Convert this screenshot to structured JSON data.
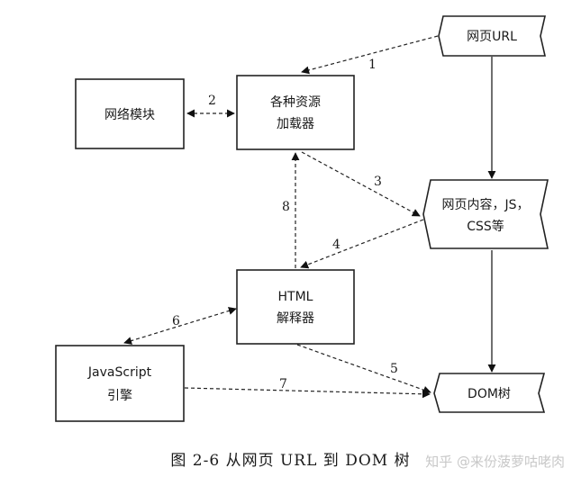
{
  "nodes": {
    "url": {
      "label": "网页URL"
    },
    "network": {
      "label": "网络模块"
    },
    "loaders": {
      "line1": "各种资源",
      "line2": "加载器"
    },
    "content": {
      "line1": "网页内容，JS，",
      "line2": "CSS等"
    },
    "parser": {
      "line1": "HTML",
      "line2": "解释器"
    },
    "js": {
      "line1": "JavaScript",
      "line2": "引擎"
    },
    "dom": {
      "label": "DOM树"
    }
  },
  "edges": [
    {
      "id": "1",
      "from": "url",
      "to": "loaders",
      "style": "dashed"
    },
    {
      "id": "2",
      "from": "network",
      "to": "loaders",
      "style": "dashed",
      "direction": "both"
    },
    {
      "id": "3",
      "from": "loaders",
      "to": "content",
      "style": "dashed"
    },
    {
      "id": "4",
      "from": "content",
      "to": "parser",
      "style": "dashed"
    },
    {
      "id": "5",
      "from": "parser",
      "to": "dom",
      "style": "dashed"
    },
    {
      "id": "6",
      "from": "parser",
      "to": "js",
      "style": "dashed",
      "direction": "both"
    },
    {
      "id": "7",
      "from": "js",
      "to": "dom",
      "style": "dashed"
    },
    {
      "id": "8",
      "from": "parser",
      "to": "loaders",
      "style": "dashed"
    },
    {
      "from": "url",
      "to": "content",
      "style": "solid"
    },
    {
      "from": "content",
      "to": "dom",
      "style": "solid"
    }
  ],
  "caption": "图 2-6   从网页 URL 到 DOM 树",
  "watermark": "知乎 @来份菠萝咕咾肉"
}
